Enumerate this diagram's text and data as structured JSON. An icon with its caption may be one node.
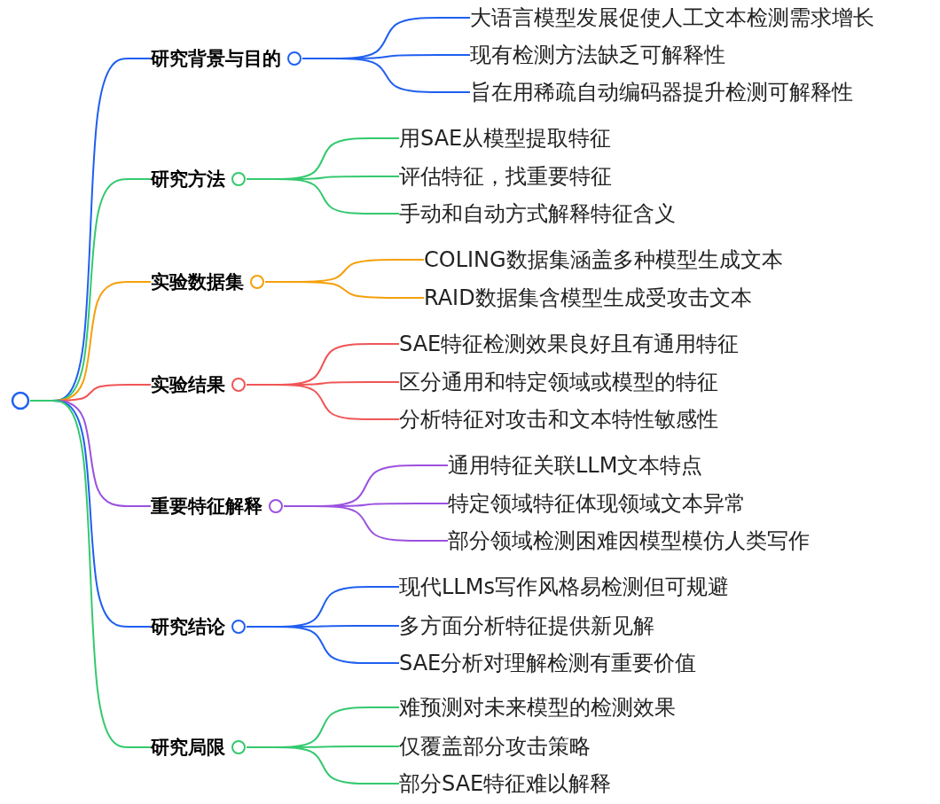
{
  "diagram": {
    "nodes": [
      {
        "text": [],
        "shape": "circle"
      },
      {
        "text": [
          "研究背景与目的"
        ]
      },
      {
        "text": [
          "大语言模型发展促使人工文本检测需求增长"
        ]
      },
      {
        "text": [
          "现有检测方法缺乏可解释性"
        ]
      },
      {
        "text": [
          "旨在用稀疏自动编码器提升检测可解释性"
        ]
      },
      {
        "text": [
          "研究方法"
        ]
      },
      {
        "text": [
          "用SAE从模型提取特征"
        ]
      },
      {
        "text": [
          "评估特征，找重要特征"
        ]
      },
      {
        "text": [
          "手动和自动方式解释特征含义"
        ]
      },
      {
        "text": [
          "实验数据集"
        ]
      },
      {
        "text": [
          "COLING数据集涵盖多种模型生成文本"
        ]
      },
      {
        "text": [
          "RAID数据集含模型生成受攻击文本"
        ]
      },
      {
        "text": [
          "实验结果"
        ]
      },
      {
        "text": [
          "SAE特征检测效果良好且有通用特征"
        ]
      },
      {
        "text": [
          "区分通用和特定领域或模型的特征"
        ]
      },
      {
        "text": [
          "分析特征对攻击和文本特性敏感性"
        ]
      },
      {
        "text": [
          "重要特征解释"
        ]
      },
      {
        "text": [
          "通用特征关联LLM文本特点"
        ]
      },
      {
        "text": [
          "特定领域特征体现领域文本异常"
        ]
      },
      {
        "text": [
          "部分领域检测困难因模型模仿人类写作"
        ]
      },
      {
        "text": [
          "研究结论"
        ]
      },
      {
        "text": [
          "现代LLMs写作风格易检测但可规避"
        ]
      },
      {
        "text": [
          "多方面分析特征提供新见解"
        ]
      },
      {
        "text": [
          "SAE分析对理解检测有重要价值"
        ]
      },
      {
        "text": [
          "研究局限"
        ]
      },
      {
        "text": [
          "难预测对未来模型的检测效果"
        ]
      },
      {
        "text": [
          "仅覆盖部分攻击策略"
        ]
      },
      {
        "text": [
          "部分SAE特征难以解释"
        ]
      }
    ],
    "edges": [
      {
        "from": 0,
        "to": 1,
        "arrow": "none",
        "color": "#1f5ff0"
      },
      {
        "from": 1,
        "to": 2,
        "arrow": "none",
        "color": "#1f5ff0"
      },
      {
        "from": 1,
        "to": 3,
        "arrow": "none",
        "color": "#1f5ff0"
      },
      {
        "from": 1,
        "to": 4,
        "arrow": "none",
        "color": "#1f5ff0"
      },
      {
        "from": 0,
        "to": 5,
        "arrow": "none",
        "color": "#33c96e"
      },
      {
        "from": 5,
        "to": 6,
        "arrow": "none",
        "color": "#33c96e"
      },
      {
        "from": 5,
        "to": 7,
        "arrow": "none",
        "color": "#33c96e"
      },
      {
        "from": 5,
        "to": 8,
        "arrow": "none",
        "color": "#33c96e"
      },
      {
        "from": 0,
        "to": 9,
        "arrow": "none",
        "color": "#f5a00a"
      },
      {
        "from": 9,
        "to": 10,
        "arrow": "none",
        "color": "#f5a00a"
      },
      {
        "from": 9,
        "to": 11,
        "arrow": "none",
        "color": "#f5a00a"
      },
      {
        "from": 0,
        "to": 12,
        "arrow": "none",
        "color": "#f05555"
      },
      {
        "from": 12,
        "to": 13,
        "arrow": "none",
        "color": "#f05555"
      },
      {
        "from": 12,
        "to": 14,
        "arrow": "none",
        "color": "#f05555"
      },
      {
        "from": 12,
        "to": 15,
        "arrow": "none",
        "color": "#f05555"
      },
      {
        "from": 0,
        "to": 16,
        "arrow": "none",
        "color": "#9b52e0"
      },
      {
        "from": 16,
        "to": 17,
        "arrow": "none",
        "color": "#9b52e0"
      },
      {
        "from": 16,
        "to": 18,
        "arrow": "none",
        "color": "#9b52e0"
      },
      {
        "from": 16,
        "to": 19,
        "arrow": "none",
        "color": "#9b52e0"
      },
      {
        "from": 0,
        "to": 20,
        "arrow": "none",
        "color": "#1f5ff0"
      },
      {
        "from": 20,
        "to": 21,
        "arrow": "none",
        "color": "#1f5ff0"
      },
      {
        "from": 20,
        "to": 22,
        "arrow": "none",
        "color": "#1f5ff0"
      },
      {
        "from": 20,
        "to": 23,
        "arrow": "none",
        "color": "#1f5ff0"
      },
      {
        "from": 0,
        "to": 24,
        "arrow": "none",
        "color": "#33c96e"
      },
      {
        "from": 24,
        "to": 25,
        "arrow": "none",
        "color": "#33c96e"
      },
      {
        "from": 24,
        "to": 26,
        "arrow": "none",
        "color": "#33c96e"
      },
      {
        "from": 24,
        "to": 27,
        "arrow": "none",
        "color": "#33c96e"
      }
    ]
  }
}
